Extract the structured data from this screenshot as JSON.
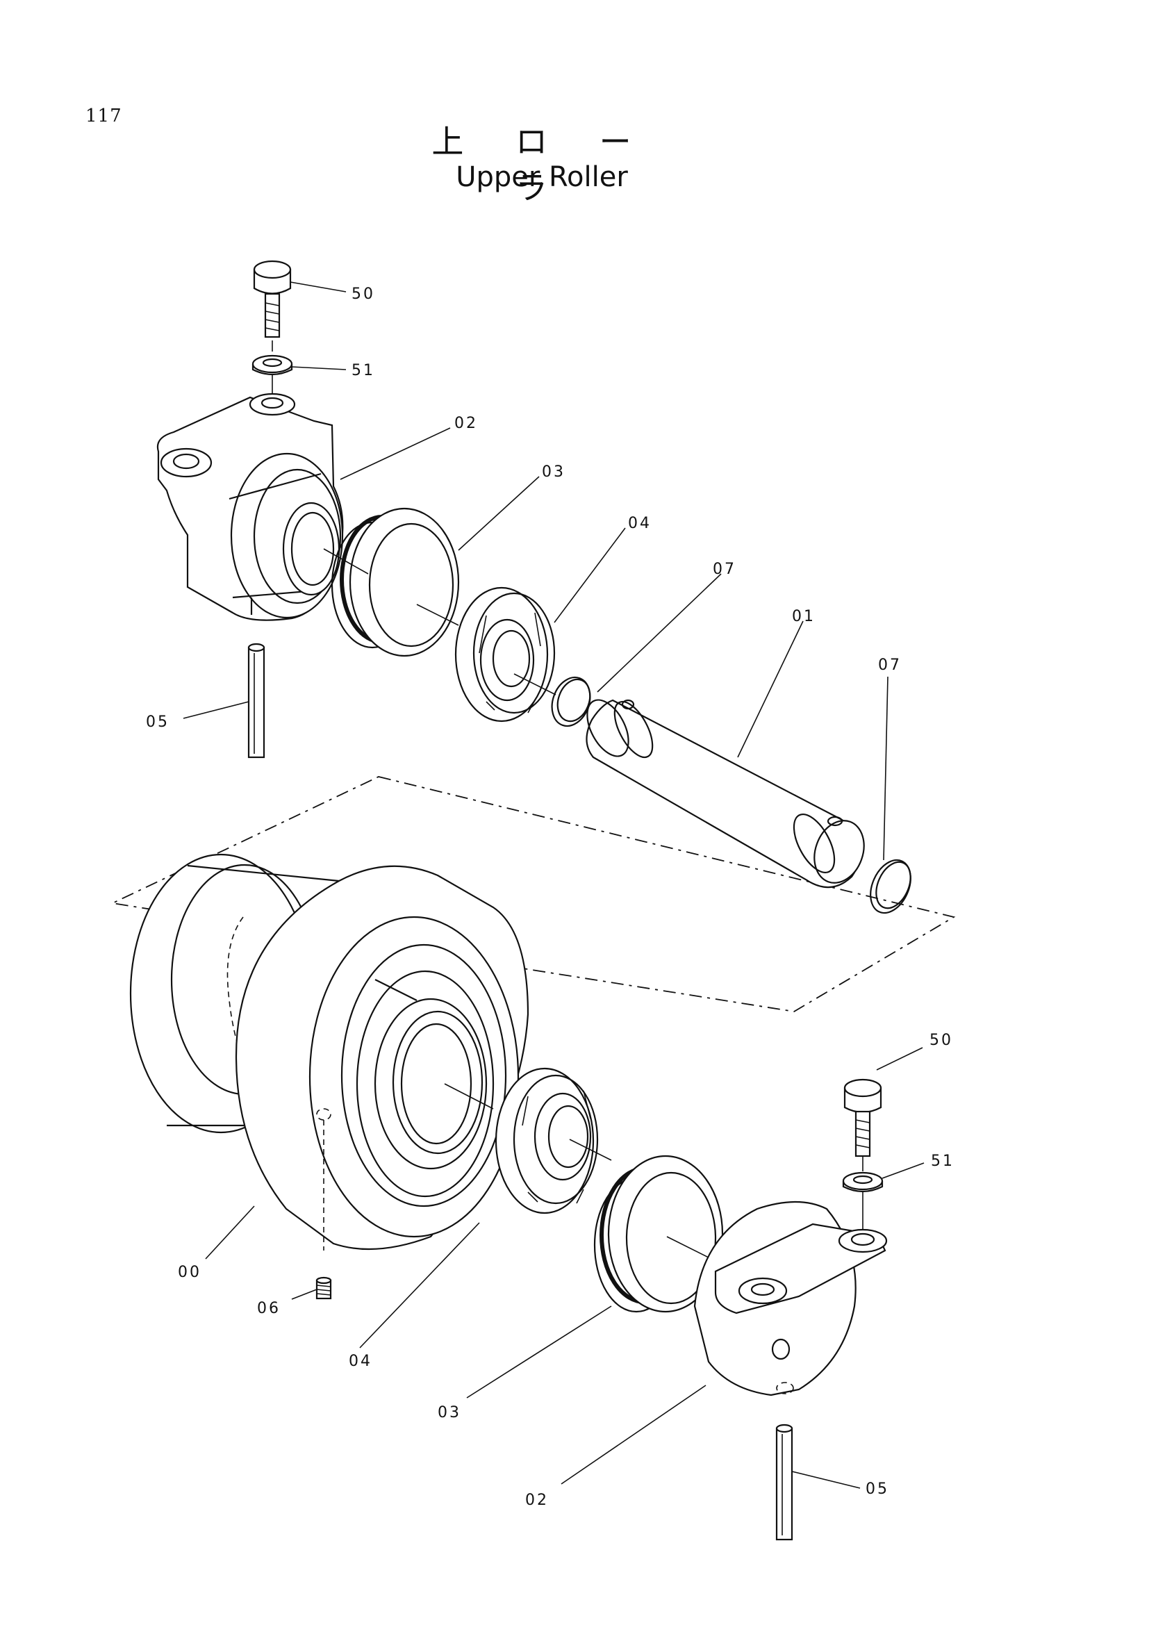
{
  "page_number": "117",
  "title_jp": "上 ロ ー ラ",
  "title_en": "Upper Roller",
  "labels": {
    "l50_top": "50",
    "l51_top": "51",
    "l02_top": "02",
    "l03_top": "03",
    "l04_top": "04",
    "l07_mid": "07",
    "l01": "01",
    "l07_right": "07",
    "l05_top": "05",
    "l50_bottom": "50",
    "l51_bottom": "51",
    "l00": "00",
    "l06": "06",
    "l04_bottom": "04",
    "l03_bottom": "03",
    "l02_bottom": "02",
    "l05_bottom": "05"
  }
}
